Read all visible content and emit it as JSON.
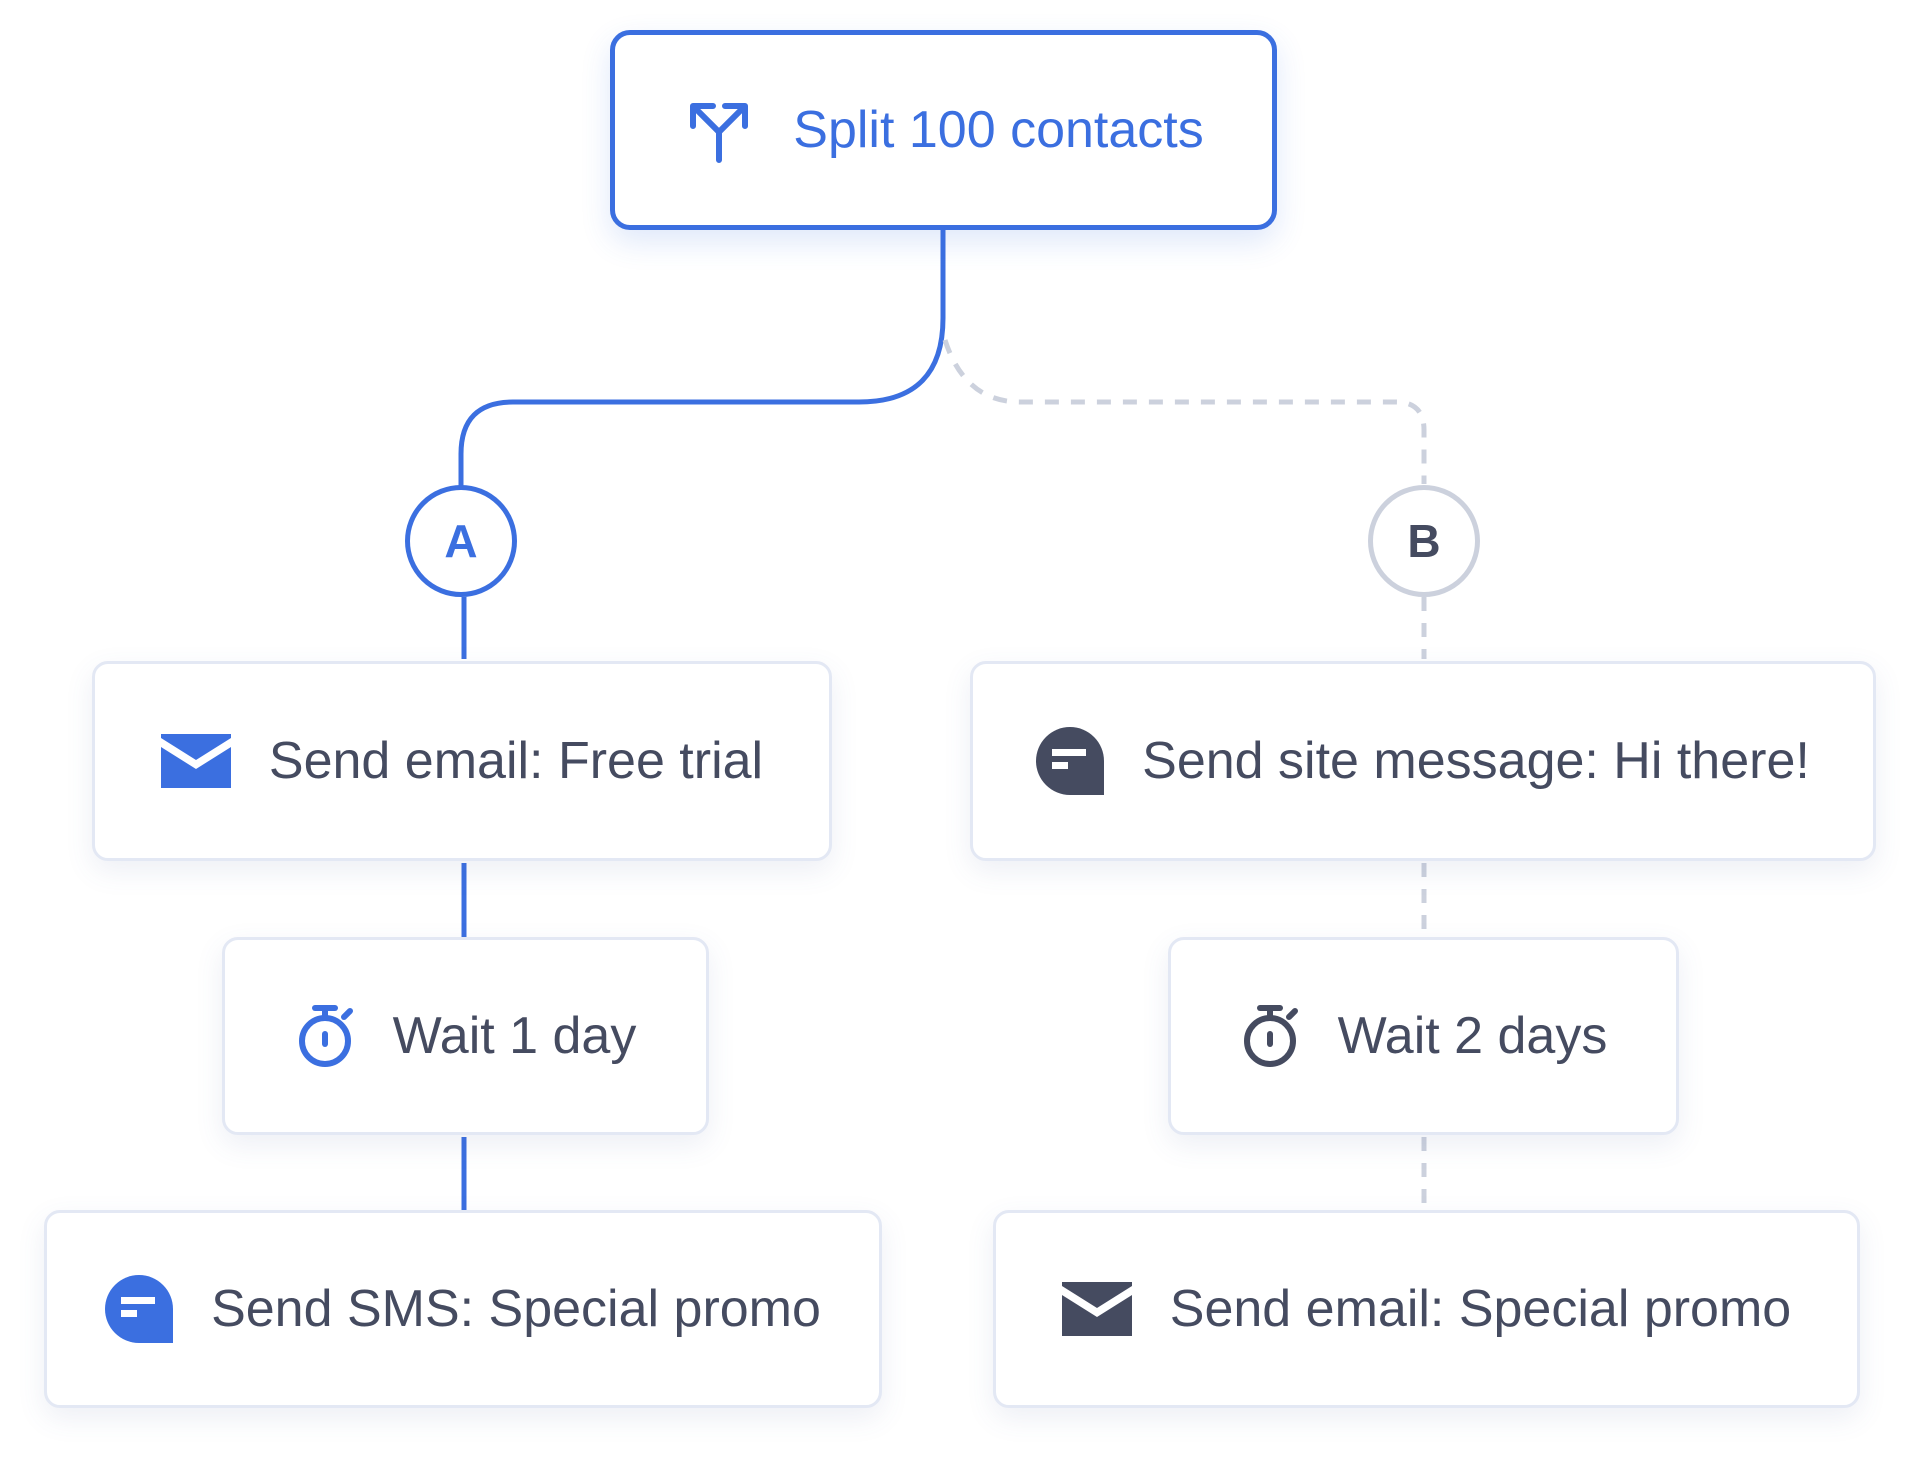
{
  "colors": {
    "active": "#3b6fe0",
    "inactive_line": "#ccd1dd",
    "text": "#454b60",
    "dark_icon": "#454b60",
    "node_border": "#e3e8f4"
  },
  "split": {
    "label": "Split 100 contacts",
    "icon": "split-arrows-icon"
  },
  "branch_a": {
    "label": "A",
    "steps": [
      {
        "label": "Send email: Free trial",
        "icon": "envelope-icon"
      },
      {
        "label": "Wait 1 day",
        "icon": "stopwatch-icon"
      },
      {
        "label": "Send SMS: Special promo",
        "icon": "chat-bubble-icon"
      }
    ]
  },
  "branch_b": {
    "label": "B",
    "steps": [
      {
        "label": "Send site message: Hi there!",
        "icon": "chat-bubble-icon"
      },
      {
        "label": "Wait 2 days",
        "icon": "stopwatch-icon"
      },
      {
        "label": "Send email: Special promo",
        "icon": "envelope-icon"
      }
    ]
  }
}
